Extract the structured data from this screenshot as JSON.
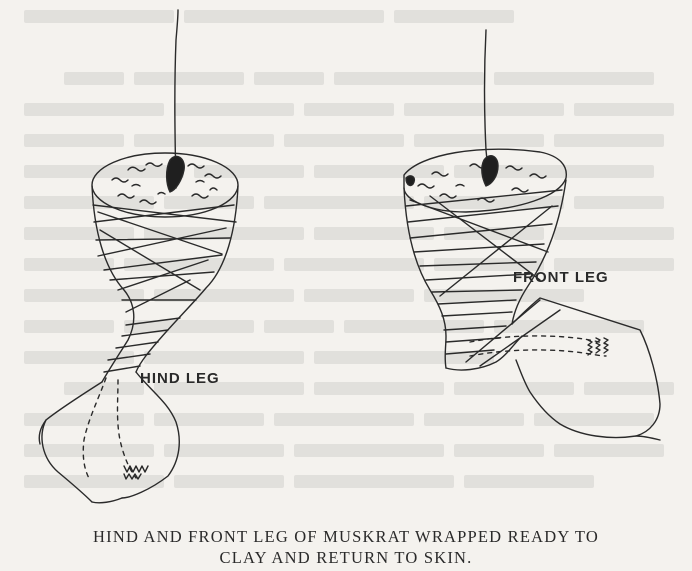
{
  "figure": {
    "label_hind": "HIND LEG",
    "label_front": "FRONT LEG"
  },
  "caption": {
    "line1": "HIND AND FRONT LEG OF MUSKRAT WRAPPED READY TO",
    "line2": "CLAY AND RETURN TO SKIN."
  },
  "colors": {
    "paper": "#f4f2ee",
    "ink": "#2a2a2a"
  }
}
